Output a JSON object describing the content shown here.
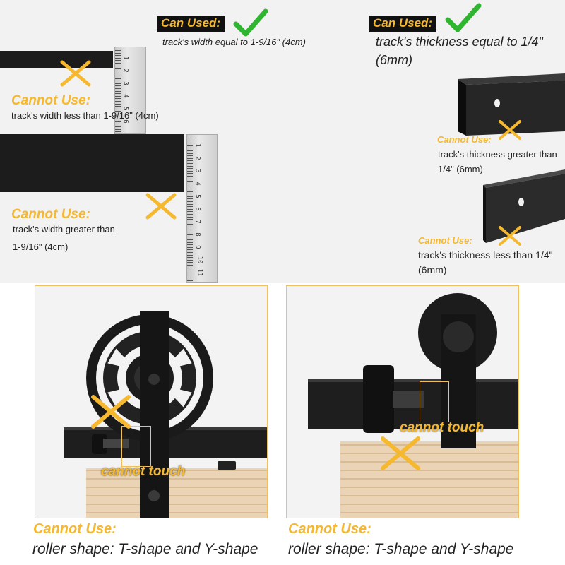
{
  "top_right": {
    "can_used_tag": "Can Used:",
    "can_used_text": "track's thickness equal to 1/4\" (6mm)",
    "thicker": {
      "label": "Cannot Use:",
      "text": "track's thickness greater than 1/4\" (6mm)"
    },
    "thinner": {
      "label": "Cannot Use:",
      "text": "track's thickness less than 1/4\" (6mm)"
    }
  },
  "top_left": {
    "can_used_tag": "Can Used:",
    "can_used_text": "track's width equal to 1-9/16\" (4cm)",
    "narrow": {
      "label": "Cannot Use:",
      "text": "track's width less than 1-9/16\" (4cm)"
    },
    "wide": {
      "label": "Cannot Use:",
      "text_line1": "track's width greater than",
      "text_line2": "1-9/16\" (4cm)"
    },
    "ruler1_numbers": [
      "1",
      "2",
      "3",
      "4",
      "5",
      "6"
    ],
    "ruler2_numbers": [
      "1",
      "2",
      "3",
      "4",
      "5",
      "6",
      "7",
      "8",
      "9",
      "10",
      "11"
    ]
  },
  "bottom_left": {
    "touch_label": "cannot touch",
    "label": "Cannot Use:",
    "text": "roller shape: T-shape and Y-shape"
  },
  "bottom_right": {
    "touch_label": "cannot touch",
    "label": "Cannot Use:",
    "text": "roller shape: T-shape and Y-shape"
  },
  "colors": {
    "accent": "#f5b82e",
    "check": "#2fb52f",
    "track": "#1c1c1c"
  }
}
